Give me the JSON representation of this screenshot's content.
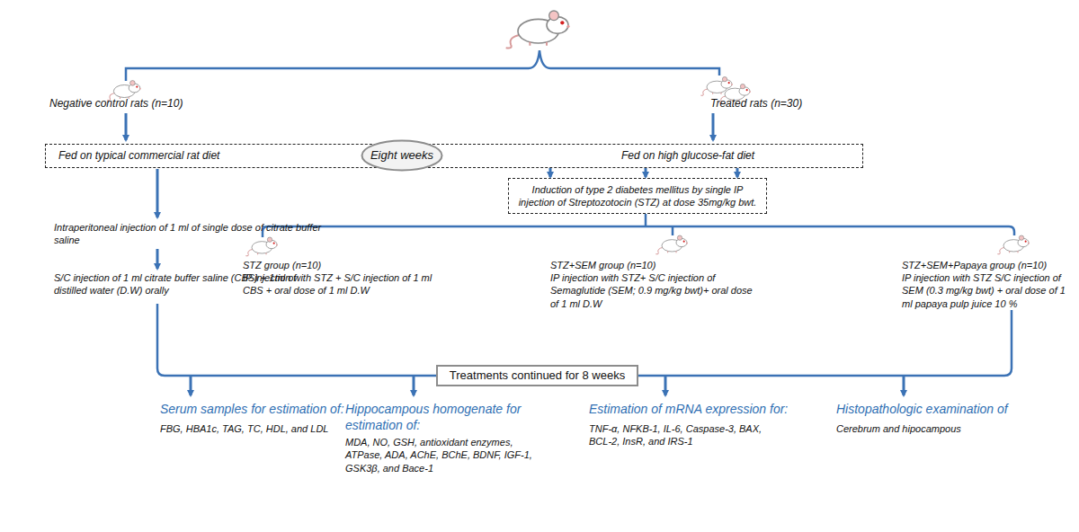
{
  "diagram": {
    "nodes": [
      {
        "text": [
          "Fed on typical commercial rat diet",
          "Fed on high glucose-fat diet"
        ]
      },
      {
        "text": [
          "Eight weeks"
        ],
        "in": 0
      },
      {
        "text": [
          "Induction of type 2 diabetes mellitus by single IP injection of Streptozotocin (STZ) at dose 35mg/kg bwt."
        ]
      },
      {
        "text": [
          "Treatments continued for 8 weeks"
        ]
      }
    ],
    "edges": [
      {
        "from": 0,
        "to": 2,
        "arrow": "to"
      },
      {
        "from": 0,
        "to": 2,
        "arrow": "to"
      },
      {
        "from": 0,
        "to": 2,
        "arrow": "to"
      }
    ],
    "labels": [
      "Negative control rats (n=10)",
      "Treated rats (n=30)",
      "Intraperitoneal injection of 1 ml of single dose of citrate buffer saline",
      "S/C injection of 1 ml citrate buffer saline (CBS) + 1ml of distilled water (D.W) orally",
      "STZ group (n=10)",
      "IP injection with STZ + S/C injection of 1 ml CBS + oral dose of 1 ml D.W",
      "STZ+SEM group (n=10)",
      "IP injection with STZ+ S/C injection of Semaglutide (SEM; 0.9 mg/kg bwt)+ oral dose of 1 ml D.W",
      "STZ+SEM+Papaya group (n=10)",
      "IP injection with STZ S/C injection of SEM (0.3 mg/kg bwt) + oral dose of 1 ml papaya pulp juice 10 %",
      "Serum samples for estimation of:",
      "FBG, HBA1c, TAG, TC, HDL, and LDL",
      "Hippocampous homogenate for estimation of:",
      "MDA, NO, GSH, antioxidant enzymes, ATPase, ADA, AChE, BChE, BDNF, IGF-1, GSK3β, and Bace-1",
      "Estimation of mRNA expression for:",
      "TNF-α, NFKB-1, IL-6, Caspase-3, BAX, BCL-2, InsR, and IRS-1",
      "Histopathologic examination of",
      "Cerebrum and hipocampous"
    ]
  }
}
